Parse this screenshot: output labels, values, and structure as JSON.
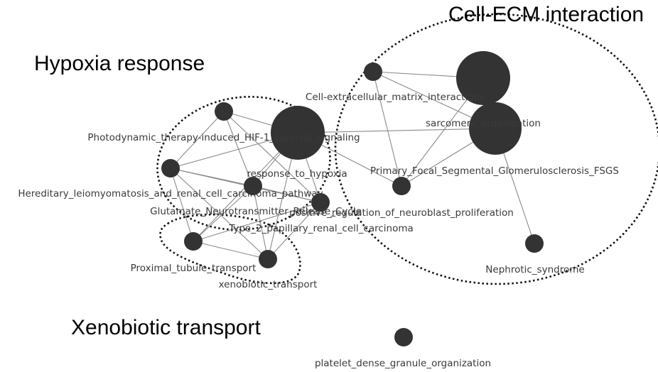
{
  "clusters": [
    {
      "id": "ecm",
      "title": "Cell-ECM interaction"
    },
    {
      "id": "hypoxia",
      "title": "Hypoxia response"
    },
    {
      "id": "xeno",
      "title": "Xenobiotic transport"
    }
  ],
  "nodes": [
    {
      "id": "n_ecm_small",
      "label": ""
    },
    {
      "id": "n_ecm_big",
      "label": "Cell-extracellular_matrix_interactions"
    },
    {
      "id": "n_sarcomere",
      "label": "sarcomere_organization"
    },
    {
      "id": "n_fsgs",
      "label": "Primary_Focal_Segmental_Glomerulosclerosis_FSGS"
    },
    {
      "id": "n_nephrotic",
      "label": "Nephrotic_syndrome"
    },
    {
      "id": "n_hif",
      "label": "Photodynamic_therapy-induced_HIF-1_survival_signaling"
    },
    {
      "id": "n_top_small",
      "label": ""
    },
    {
      "id": "n_left",
      "label": "Hereditary_leiomyomatosis_and_renal_cell_carcinoma_pathway"
    },
    {
      "id": "n_hypoxia",
      "label": "response_to_hypoxia"
    },
    {
      "id": "n_glut",
      "label": "Glutamate_Neurotransmitter_Release_Cycle"
    },
    {
      "id": "n_neuro",
      "label": "positive_regulation_of_neuroblast_proliferation"
    },
    {
      "id": "n_type2",
      "label": "Type_2_papillary_renal_cell_carcinoma"
    },
    {
      "id": "n_proximal",
      "label": "Proximal_tubule_transport"
    },
    {
      "id": "n_xeno",
      "label": "xenobiotic_transport"
    },
    {
      "id": "n_platelet",
      "label": "platelet_dense_granule_organization"
    }
  ],
  "edges": [
    [
      "n_ecm_small",
      "n_ecm_big"
    ],
    [
      "n_ecm_small",
      "n_sarcomere"
    ],
    [
      "n_ecm_small",
      "n_fsgs"
    ],
    [
      "n_ecm_big",
      "n_sarcomere"
    ],
    [
      "n_ecm_big",
      "n_fsgs"
    ],
    [
      "n_sarcomere",
      "n_fsgs"
    ],
    [
      "n_sarcomere",
      "n_nephrotic"
    ],
    [
      "n_sarcomere",
      "n_hif"
    ],
    [
      "n_hif",
      "n_fsgs"
    ],
    [
      "n_top_small",
      "n_hif"
    ],
    [
      "n_top_small",
      "n_left"
    ],
    [
      "n_top_small",
      "n_hypoxia"
    ],
    [
      "n_top_small",
      "n_neuro"
    ],
    [
      "n_hif",
      "n_left"
    ],
    [
      "n_hif",
      "n_hypoxia"
    ],
    [
      "n_hif",
      "n_neuro"
    ],
    [
      "n_hif",
      "n_proximal"
    ],
    [
      "n_hif",
      "n_xeno"
    ],
    [
      "n_left",
      "n_hypoxia"
    ],
    [
      "n_left",
      "n_neuro"
    ],
    [
      "n_left",
      "n_proximal"
    ],
    [
      "n_left",
      "n_xeno"
    ],
    [
      "n_hypoxia",
      "n_neuro"
    ],
    [
      "n_hypoxia",
      "n_proximal"
    ],
    [
      "n_hypoxia",
      "n_xeno"
    ],
    [
      "n_neuro",
      "n_proximal"
    ],
    [
      "n_neuro",
      "n_xeno"
    ],
    [
      "n_proximal",
      "n_xeno"
    ]
  ]
}
